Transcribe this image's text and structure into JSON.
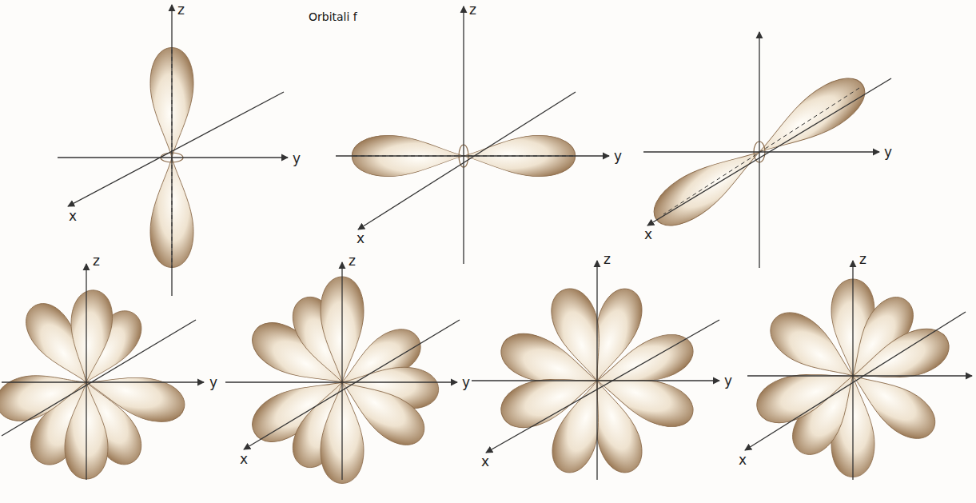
{
  "diagram": {
    "title": "Orbitali f",
    "labels": [
      "z",
      "y",
      "x",
      "z",
      "y",
      "x",
      "y",
      "x",
      "z",
      "y",
      "z",
      "y",
      "x",
      "z",
      "y",
      "x",
      "z",
      "x"
    ]
  }
}
